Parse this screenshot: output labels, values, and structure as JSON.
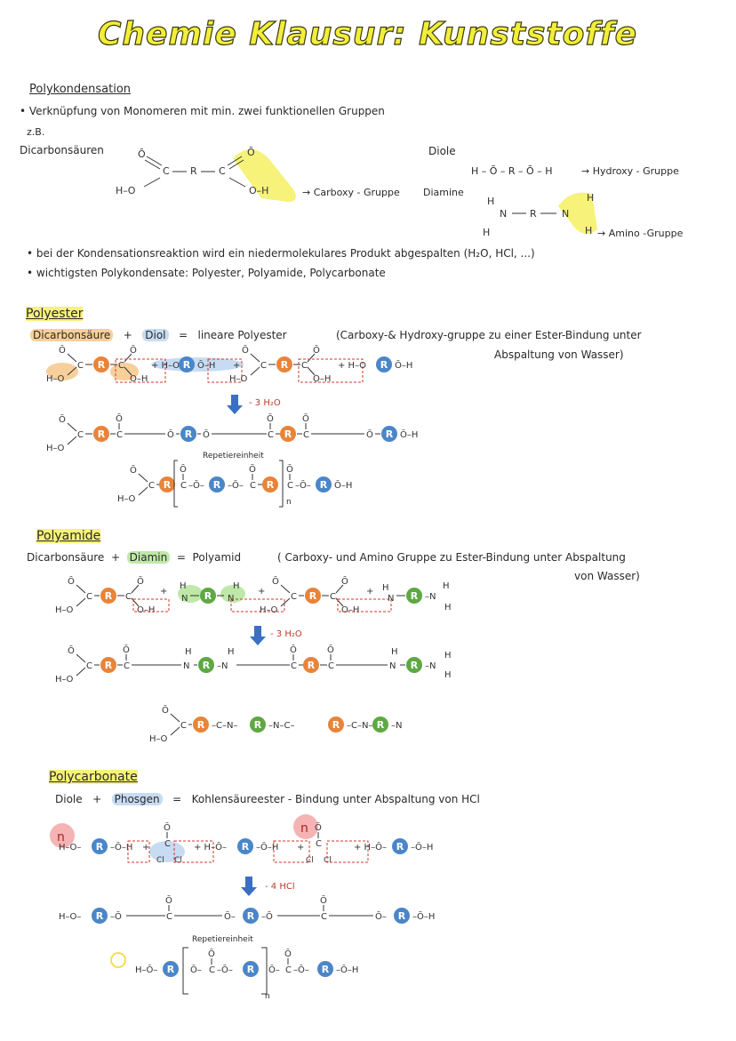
{
  "title": "Chemie Klausur: Kunststoffe",
  "polykondensation": {
    "heading": "Polykondensation",
    "bullet1": "• Verknüpfung   von   Monomeren   mit   min.  zwei   funktionellen   Gruppen",
    "zb": "z.B.",
    "dicarbon": "Dicarbonsäuren",
    "carboxy_label": "→ Carboxy - Gruppe",
    "diole": "Diole",
    "diole_formula": "H – Ō – R – Ō – H",
    "hydroxy_label": "→ Hydroxy - Gruppe",
    "diamine": "Diamine",
    "amino_label": "→ Amino -Gruppe",
    "bullet2": "• bei der  Kondensationsreaktion  wird ein  niedermolekulares Produkt  abgespalten  (H₂O, HCl, ...)",
    "bullet3": "• wichtigsten  Polykondensate:  Polyester, Polyamide, Polycarbonate"
  },
  "polyester": {
    "heading": "Polyester",
    "w1": "Dicarbonsäure",
    "plus": "+",
    "w2": "Diol",
    "eq": "=",
    "w3": "lineare  Polyester",
    "note1": "(Carboxy-& Hydroxy-gruppe  zu einer  Ester-Bindung unter",
    "note2": "Abspaltung  von Wasser)",
    "arrow_label": "- 3 H₂O",
    "repeat_label": "Repetiereinheit",
    "n": "n"
  },
  "polyamide": {
    "heading": "Polyamide",
    "w1": "Dicarbonsäure",
    "plus": "+",
    "w2": "Diamin",
    "eq": "=",
    "w3": "Polyamid",
    "note1": "( Carboxy- und  Amino   Gruppe  zu  Ester-Bindung  unter  Abspaltung",
    "note2": "von  Wasser)",
    "arrow_label": "- 3 H₂O"
  },
  "polycarbonate": {
    "heading": "Polycarbonate",
    "w1": "Diole",
    "plus": "+",
    "w2": "Phosgen",
    "eq": "=",
    "w3": "Kohlensäureester  - Bindung  unter Abspaltung  von  HCl",
    "arrow_label": "- 4 HCl",
    "repeat_label": "Repetiereinheit",
    "n": "n",
    "mark": "n"
  },
  "chem": {
    "R": "R",
    "O": "O",
    "C": "C",
    "H": "H",
    "N": "N",
    "Cl": "Cl",
    "OH": "O–H",
    "HO": "H–O",
    "O_bar": "Ō",
    "O_ring": "Ō",
    "NH": "N–H"
  },
  "colors": {
    "orange": "#e8843a",
    "blue": "#4a86c8",
    "green": "#5fa843",
    "red_dash": "#d23a2a",
    "arrow": "#3b6fc4",
    "highlight_yellow": "#f6f27a"
  }
}
